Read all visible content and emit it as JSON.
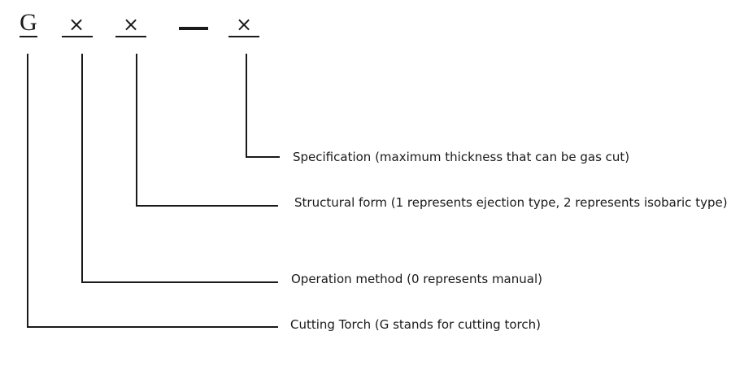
{
  "model_code": {
    "prefix": "G",
    "placeholder_1": "×",
    "placeholder_2": "×",
    "placeholder_3": "×"
  },
  "labels": {
    "specification": "Specification (maximum thickness that can be gas cut)",
    "structural_form": "Structural form (1 represents ejection type, 2 represents isobaric type)",
    "operation_method": "Operation method (0 represents manual)",
    "cutting_torch": "Cutting Torch (G stands for cutting torch)"
  },
  "colors": {
    "line": "#1a1a1a",
    "text": "#1a1a1a",
    "background": "#ffffff"
  }
}
